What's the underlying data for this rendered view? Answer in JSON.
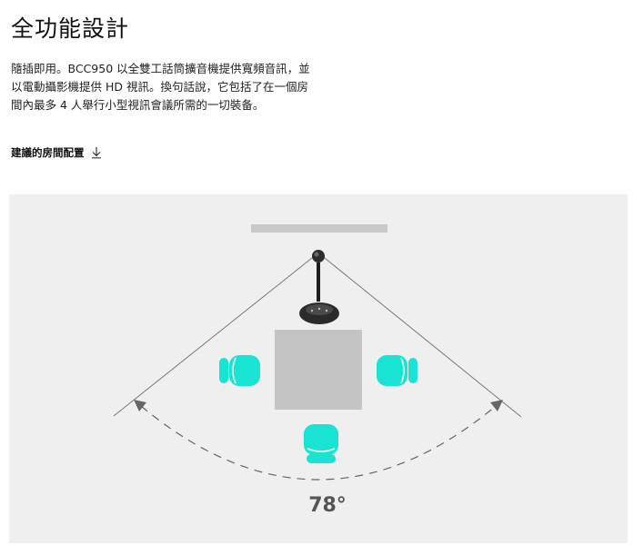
{
  "feature": {
    "title": "全功能設計",
    "description": "隨插即用。BCC950 以全雙工話筒擴音機提供寬頻音訊，並以電動攝影機提供 HD 視訊。換句話說，它包括了在一個房間內最多 4 人舉行小型視訊會議所需的一切裝备。",
    "room_link_label": "建議的房間配置",
    "room_link_icon": "download-arrow-icon"
  },
  "diagram": {
    "angle_label": "78°",
    "colors": {
      "panel_background": "#efefef",
      "chair": "#19e3d3",
      "table": "#c4c4c4",
      "screen": "#c8c8c8",
      "lines": "#777777",
      "device": "#2b2b2b"
    }
  }
}
